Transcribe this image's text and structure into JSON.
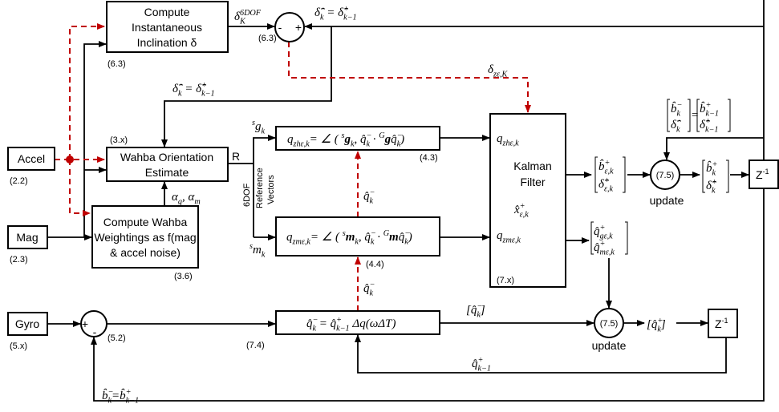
{
  "blocks": {
    "accel": {
      "label": "Accel",
      "ref": "(2.2)"
    },
    "mag": {
      "label": "Mag",
      "ref": "(2.3)"
    },
    "gyro": {
      "label": "Gyro",
      "ref": "(5.x)"
    },
    "inclination": {
      "lines": [
        "Compute",
        "Instantaneous",
        "Inclination δ"
      ],
      "ref": "(6.3)"
    },
    "wahba": {
      "lines": [
        "Wahba Orientation",
        "Estimate"
      ],
      "ref": "(3.x)",
      "output": "R"
    },
    "weightings": {
      "lines": [
        "Compute Wahba",
        "Weightings as f(mag",
        "& accel noise)"
      ],
      "ref": "(3.6)"
    },
    "qzh": {
      "ref": "(4.3)"
    },
    "qzm": {
      "ref": "(4.4)"
    },
    "propagate": {
      "ref": "(7.4)"
    },
    "kalman": {
      "lines": [
        "Kalman",
        "Filter"
      ],
      "ref": "(7.x)"
    },
    "delay_upper": {
      "label": "Z",
      "sup": "-1"
    },
    "delay_lower": {
      "label": "Z",
      "sup": "-1"
    },
    "update_upper": {
      "ref": "(7.5)",
      "label": "update"
    },
    "update_lower": {
      "ref": "(7.5)",
      "label": "update"
    },
    "sum_top": {
      "ref": "(6.3)",
      "minus": "-",
      "plus": "+"
    },
    "sum_gyro": {
      "ref": "(5.2)",
      "minus": "-",
      "plus": "+"
    }
  },
  "side_labels": {
    "six_dof": "6DOF",
    "ref_vectors_1": "Reference",
    "ref_vectors_2": "Vectors"
  },
  "math": {
    "delta_6dof": [
      [
        "δ",
        ""
      ],
      [
        "6DOF",
        "^"
      ],
      [
        "K",
        "_s"
      ]
    ],
    "delta_prior_top": [
      [
        "δ̂",
        ""
      ],
      [
        "−",
        "^"
      ],
      [
        "k",
        "_s"
      ],
      [
        " = δ̂",
        ""
      ],
      [
        "+",
        "^"
      ],
      [
        "k−1",
        "_s"
      ]
    ],
    "delta_prior_mid": [
      [
        "δ̂",
        ""
      ],
      [
        "−",
        "^"
      ],
      [
        "k",
        "_s"
      ],
      [
        " = δ̂",
        ""
      ],
      [
        "+",
        "^"
      ],
      [
        "k−1",
        "_s"
      ]
    ],
    "delta_z": [
      [
        "δ",
        ""
      ],
      [
        "zε,K",
        "_"
      ]
    ],
    "alpha": [
      [
        "α",
        ""
      ],
      [
        "g",
        "_"
      ],
      [
        ", α",
        ""
      ],
      [
        "m",
        "_"
      ]
    ],
    "s_g": [
      [
        "s",
        "^"
      ],
      [
        "g",
        ""
      ],
      [
        "k",
        "_"
      ]
    ],
    "s_m": [
      [
        "s",
        "^"
      ],
      [
        "m",
        ""
      ],
      [
        "k",
        "_"
      ]
    ],
    "qzh_eq": [
      [
        "q",
        ""
      ],
      [
        "zhε,k",
        "_"
      ],
      [
        "= ∠ ( ",
        ""
      ],
      [
        "s",
        "^"
      ],
      [
        "g",
        "b"
      ],
      [
        "k",
        "_"
      ],
      [
        ", q̂",
        ""
      ],
      [
        "−",
        "^"
      ],
      [
        "k",
        "_s"
      ],
      [
        " · ",
        ""
      ],
      [
        "G",
        "^"
      ],
      [
        "g",
        "b"
      ],
      [
        "q̂",
        ""
      ],
      [
        "−",
        "^"
      ],
      [
        "k",
        "_s"
      ],
      [
        ")",
        ""
      ]
    ],
    "qzm_eq": [
      [
        "q",
        ""
      ],
      [
        "zmε,k",
        "_"
      ],
      [
        "= ∠ ( ",
        ""
      ],
      [
        "s",
        "^"
      ],
      [
        "m",
        "b"
      ],
      [
        "k",
        "_"
      ],
      [
        ", q̂",
        ""
      ],
      [
        "−",
        "^"
      ],
      [
        "k",
        "_s"
      ],
      [
        " · ",
        ""
      ],
      [
        "G",
        "^"
      ],
      [
        "m",
        "b"
      ],
      [
        "q̂",
        ""
      ],
      [
        "−",
        "^"
      ],
      [
        "k",
        "_s"
      ],
      [
        ")",
        ""
      ]
    ],
    "qhat_prior_upper": [
      [
        "q̂",
        ""
      ],
      [
        "−",
        "^"
      ],
      [
        "k",
        "_s"
      ]
    ],
    "qhat_prior_lower": [
      [
        "q̂",
        ""
      ],
      [
        "−",
        "^"
      ],
      [
        "k",
        "_s"
      ]
    ],
    "prop_eq": [
      [
        "q̂",
        ""
      ],
      [
        "−",
        "^"
      ],
      [
        "k",
        "_s"
      ],
      [
        " = q̂",
        ""
      ],
      [
        "+",
        "^"
      ],
      [
        "k−1",
        "_s"
      ],
      [
        " Δq(ωΔT)",
        ""
      ]
    ],
    "kf_in_zh": [
      [
        "q",
        ""
      ],
      [
        "zhε,k",
        "_"
      ]
    ],
    "kf_in_zm": [
      [
        "q",
        ""
      ],
      [
        "zmε,k",
        "_"
      ]
    ],
    "kf_state": [
      [
        "x̂",
        ""
      ],
      [
        "+",
        "^"
      ],
      [
        "ε,k",
        "_s"
      ]
    ],
    "b_eps": [
      [
        "b̂",
        ""
      ],
      [
        "+",
        "^"
      ],
      [
        "ε,k",
        "_s"
      ]
    ],
    "d_eps": [
      [
        "δ̂",
        ""
      ],
      [
        "+",
        "^"
      ],
      [
        "ε,k",
        "_s"
      ]
    ],
    "qg_eps": [
      [
        "q̂",
        ""
      ],
      [
        "+",
        "^"
      ],
      [
        "gε,k",
        "_s"
      ]
    ],
    "qm_eps": [
      [
        "q̂",
        ""
      ],
      [
        "+",
        "^"
      ],
      [
        "mε,k",
        "_s"
      ]
    ],
    "b_post": [
      [
        "b̂",
        ""
      ],
      [
        "+",
        "^"
      ],
      [
        "k",
        "_s"
      ]
    ],
    "d_post": [
      [
        "δ̂",
        ""
      ],
      [
        "+",
        "^"
      ],
      [
        "k",
        "_s"
      ]
    ],
    "b_prior_top": [
      [
        "b̂",
        ""
      ],
      [
        "−",
        "^"
      ],
      [
        "k",
        "_s"
      ]
    ],
    "d_prior_top": [
      [
        "δ̂",
        ""
      ],
      [
        "−",
        "^"
      ],
      [
        "k",
        "_s"
      ]
    ],
    "b_prev_top": [
      [
        "b̂",
        ""
      ],
      [
        "+",
        "^"
      ],
      [
        "k−1",
        "_s"
      ]
    ],
    "d_prev_top": [
      [
        "δ̂",
        ""
      ],
      [
        "+",
        "^"
      ],
      [
        "k−1",
        "_s"
      ]
    ],
    "equals": [
      [
        "=",
        ""
      ]
    ],
    "q_prior_vec": [
      [
        "[q̂",
        ""
      ],
      [
        "−",
        "^"
      ],
      [
        "k",
        "_s"
      ],
      [
        "]",
        ""
      ]
    ],
    "q_post_vec": [
      [
        "[q̂",
        ""
      ],
      [
        "+",
        "^"
      ],
      [
        "k",
        "_s"
      ],
      [
        "]",
        ""
      ]
    ],
    "q_prev": [
      [
        "q̂",
        ""
      ],
      [
        "+",
        "^"
      ],
      [
        "k−1",
        "_s"
      ]
    ],
    "bias_feedback": [
      [
        "b̂",
        ""
      ],
      [
        "−",
        "^"
      ],
      [
        "k",
        "_s"
      ],
      [
        "=b̂",
        ""
      ],
      [
        "+",
        "^"
      ],
      [
        "k−1",
        "_s"
      ]
    ]
  },
  "colors": {
    "signal": "#000000",
    "dashed_signal": "#c00000"
  }
}
